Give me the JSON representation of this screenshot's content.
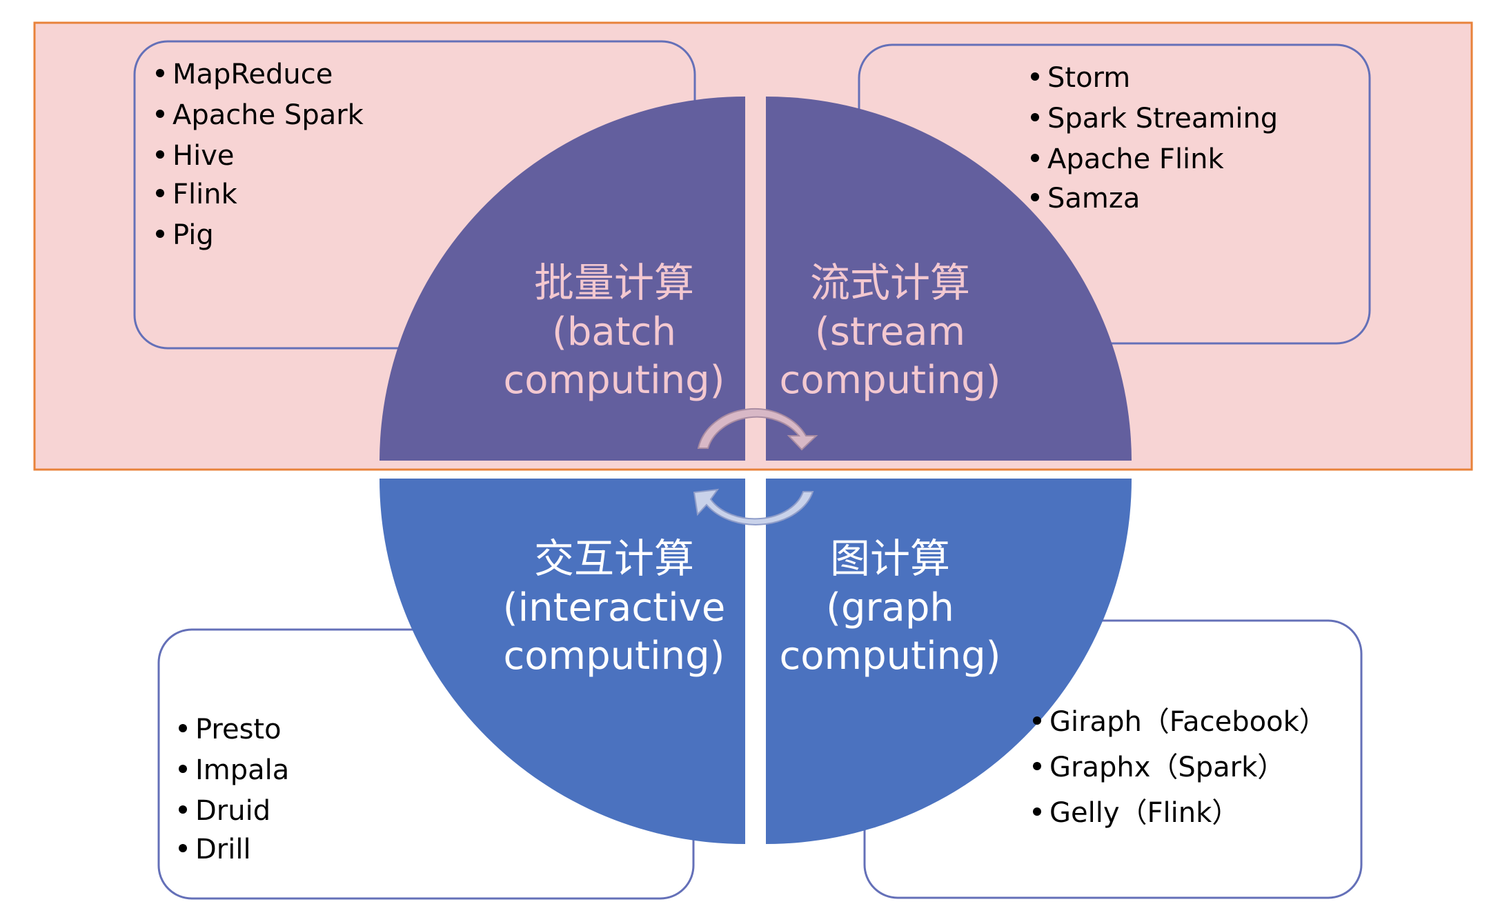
{
  "colors": {
    "highlight_band_fill": "#f7d4d4",
    "highlight_band_border": "#e8823a",
    "top_quadrant_fill": "#635f9e",
    "bottom_quadrant_fill": "#4b72bf",
    "top_label_color": "#f3c8d0",
    "bottom_label_color": "#ffffff",
    "box_border": "#6470b8",
    "top_arrow_fill": "#d8b8c6",
    "bottom_arrow_fill": "#c9d2ea"
  },
  "quadrants": {
    "batch": {
      "cn": "批量计算",
      "en1": "(batch",
      "en2": "computing)"
    },
    "stream": {
      "cn": "流式计算",
      "en1": "(stream",
      "en2": "computing)"
    },
    "interactive": {
      "cn": "交互计算",
      "en1": "(interactive",
      "en2": "computing)"
    },
    "graph": {
      "cn": "图计算",
      "en1": "(graph",
      "en2": "computing)"
    }
  },
  "lists": {
    "batch": [
      "MapReduce",
      "Apache Spark",
      "Hive",
      "Flink",
      "Pig"
    ],
    "stream": [
      "Storm",
      "Spark Streaming",
      "Apache Flink",
      "Samza"
    ],
    "interactive": [
      "Presto",
      "Impala",
      "Druid",
      "Drill"
    ],
    "graph": [
      "Giraph（Facebook）",
      "Graphx（Spark）",
      "Gelly（Flink）"
    ]
  }
}
